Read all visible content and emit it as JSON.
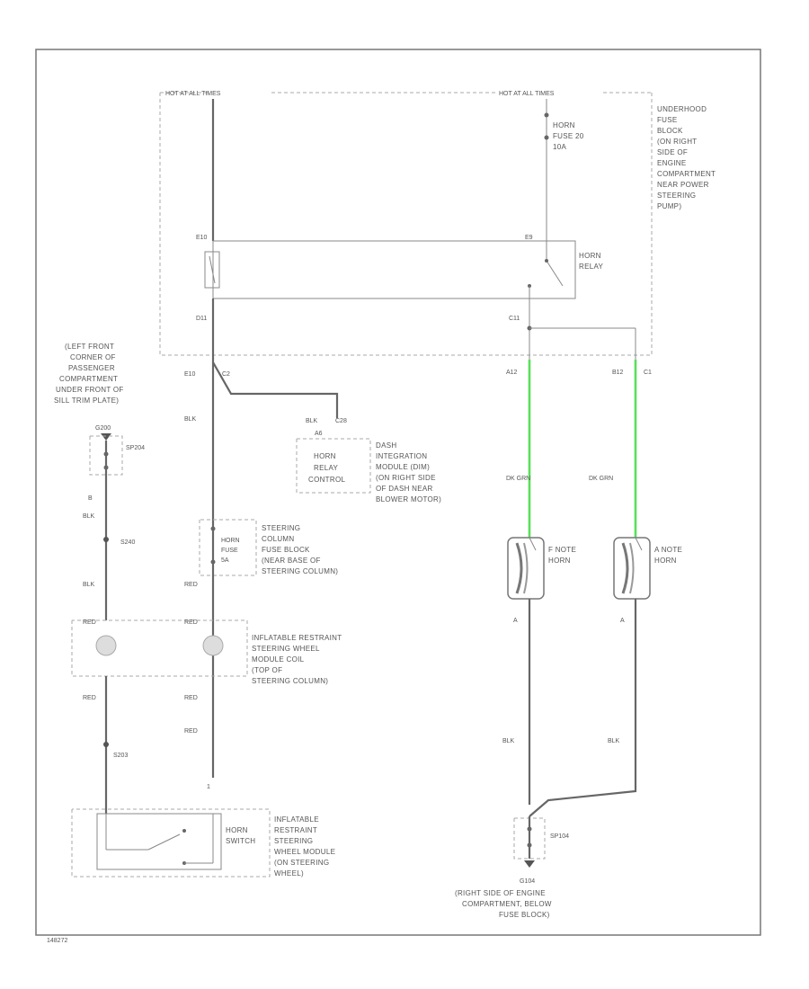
{
  "top": {
    "hot_left": "HOT AT ALL TIMES",
    "hot_right": "HOT AT ALL TIMES",
    "fuse_label": [
      "HORN",
      "FUSE 20",
      "10A"
    ],
    "underhood": [
      "UNDERHOOD",
      "FUSE",
      "BLOCK",
      "(ON RIGHT",
      "SIDE OF",
      "ENGINE",
      "COMPARTMENT",
      "NEAR POWER",
      "STEERING",
      "PUMP)"
    ],
    "relay_label": [
      "HORN",
      "RELAY"
    ],
    "pin_e10": "E10",
    "pin_e9": "E9",
    "pin_d11": "D11",
    "pin_c11": "C11",
    "pin_e10b": "E10",
    "pin_c2": "C2"
  },
  "left": {
    "location": [
      "(LEFT FRONT",
      "CORNER OF",
      "PASSENGER",
      "COMPARTMENT",
      "UNDER FRONT OF",
      "SILL TRIM PLATE)"
    ],
    "g200": "G200",
    "sp_label": "SP204",
    "blk1": "BLK",
    "s240": "S240",
    "blk2": "BLK",
    "pin_b": "B",
    "wire_blk_mid": "BLK",
    "red_labels": [
      "RED",
      "RED",
      "RED",
      "RED",
      "RED",
      "RED"
    ],
    "s203": "S203",
    "pin_1": "1"
  },
  "dash_module": {
    "wire": "BLK",
    "pin": "A6",
    "connector": "C28",
    "box": [
      "HORN",
      "RELAY",
      "CONTROL"
    ],
    "desc": [
      "DASH",
      "INTEGRATION",
      "MODULE (DIM)",
      "(ON RIGHT SIDE",
      "OF DASH NEAR",
      "BLOWER MOTOR)"
    ]
  },
  "steering_fuse": {
    "box": [
      "HORN",
      "FUSE",
      "5A"
    ],
    "desc": [
      "STEERING",
      "COLUMN",
      "FUSE BLOCK",
      "(NEAR BASE OF",
      "STEERING COLUMN)"
    ]
  },
  "coil": {
    "desc": [
      "INFLATABLE RESTRAINT",
      "STEERING WHEEL",
      "MODULE COIL",
      "(TOP OF",
      "STEERING COLUMN)"
    ]
  },
  "horn_switch": {
    "box": [
      "HORN",
      "SWITCH"
    ],
    "desc": [
      "INFLATABLE",
      "RESTRAINT",
      "STEERING",
      "WHEEL MODULE",
      "(ON STEERING",
      "WHEEL)"
    ]
  },
  "right": {
    "pin_a12": "A12",
    "pin_b12": "B12",
    "c1": "C1",
    "wire_dkgrn_1": "DK GRN",
    "wire_dkgrn_2": "DK GRN",
    "f_horn": [
      "F NOTE",
      "HORN"
    ],
    "a_horn": [
      "A NOTE",
      "HORN"
    ],
    "pin_a1": "A",
    "pin_a2": "A",
    "blk_1": "BLK",
    "blk_2": "BLK",
    "sp": "SP104",
    "ground": "G104",
    "ground_desc": [
      "(RIGHT SIDE OF ENGINE",
      "COMPARTMENT, BELOW",
      "FUSE BLOCK)"
    ]
  },
  "footer": {
    "code": "148272"
  },
  "colors": {
    "green_wire": "#58e058",
    "wire": "#666666"
  }
}
